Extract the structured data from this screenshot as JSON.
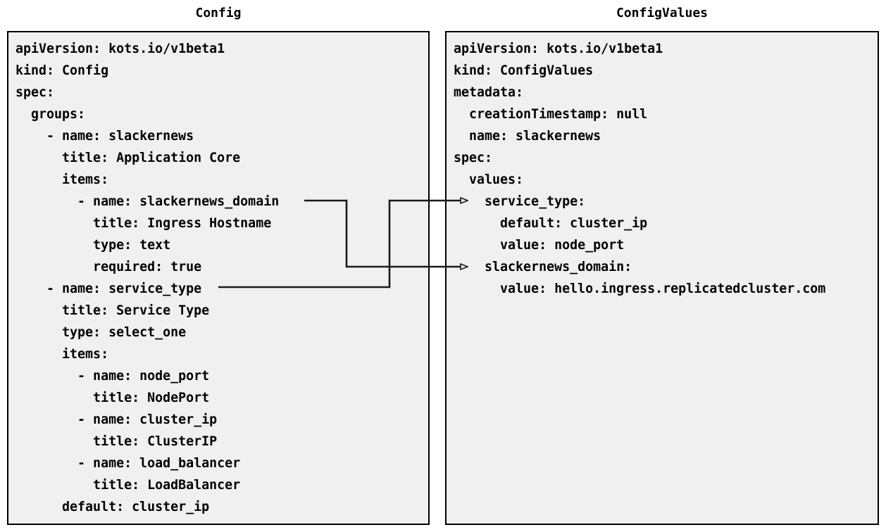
{
  "diagram": {
    "type": "two-panel-yaml-mapping",
    "background_color": "#ffffff",
    "panel_background_color": "#f0f0f0",
    "panel_border_color": "#000000",
    "connector_color": "#1a1a1a"
  },
  "panels": [
    {
      "id": "config",
      "title": "Config",
      "lines": [
        "apiVersion: kots.io/v1beta1",
        "kind: Config",
        "spec:",
        "  groups:",
        "    - name: slackernews",
        "      title: Application Core",
        "      items:",
        "        - name: slackernews_domain",
        "          title: Ingress Hostname",
        "          type: text",
        "          required: true",
        "    - name: service_type",
        "      title: Service Type",
        "      type: select_one",
        "      items:",
        "        - name: node_port",
        "          title: NodePort",
        "        - name: cluster_ip",
        "          title: ClusterIP",
        "        - name: load_balancer",
        "          title: LoadBalancer",
        "      default: cluster_ip"
      ]
    },
    {
      "id": "configvalues",
      "title": "ConfigValues",
      "lines": [
        "apiVersion: kots.io/v1beta1",
        "kind: ConfigValues",
        "metadata:",
        "  creationTimestamp: null",
        "  name: slackernews",
        "spec:",
        "  values:",
        "    service_type:",
        "      default: cluster_ip",
        "      value: node_port",
        "    slackernews_domain:",
        "      value: hello.ingress.replicatedcluster.com"
      ]
    }
  ],
  "connectors": [
    {
      "id": "slackernews-domain-link",
      "from_label": "slackernews_domain",
      "from_panel": "config",
      "to_label": "slackernews_domain:",
      "to_panel": "configvalues",
      "arrowhead": "open-triangle"
    },
    {
      "id": "service-type-link",
      "from_label": "service_type",
      "from_panel": "config",
      "to_label": "service_type:",
      "to_panel": "configvalues",
      "arrowhead": "open-triangle"
    }
  ]
}
